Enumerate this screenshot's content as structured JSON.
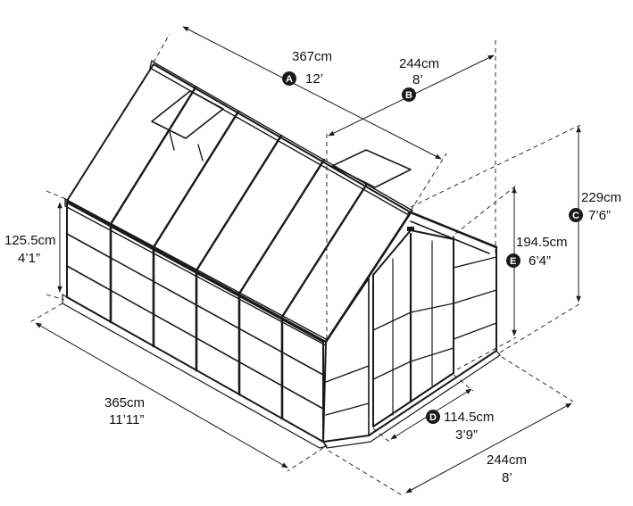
{
  "dimensions": {
    "A": {
      "badge": "A",
      "metric": "367cm",
      "imperial": "12’"
    },
    "B": {
      "badge": "B",
      "metric": "244cm",
      "imperial": "8’"
    },
    "C": {
      "badge": "C",
      "metric": "229cm",
      "imperial": "7’6”"
    },
    "D": {
      "badge": "D",
      "metric": "114.5cm",
      "imperial": "3’9”"
    },
    "E": {
      "badge": "E",
      "metric": "194.5cm",
      "imperial": "6’4”"
    },
    "side_height": {
      "metric": "125.5cm",
      "imperial": "4’1”"
    },
    "length": {
      "metric": "365cm",
      "imperial": "11’11”"
    },
    "width": {
      "metric": "244cm",
      "imperial": "8’"
    }
  }
}
